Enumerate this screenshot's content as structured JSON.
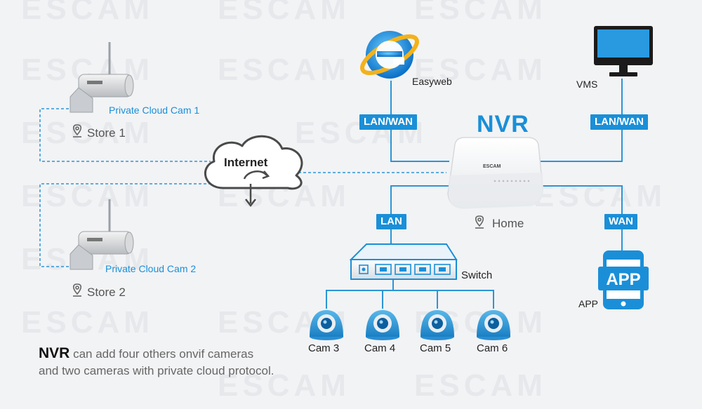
{
  "watermark": "ESCAM",
  "nvr": {
    "title": "NVR",
    "brand": "ESCAM",
    "location": "Home"
  },
  "internet": {
    "label": "Internet"
  },
  "cloud_cams": [
    {
      "name": "Private Cloud Cam 1",
      "store": "Store 1"
    },
    {
      "name": "Private Cloud Cam 2",
      "store": "Store 2"
    }
  ],
  "clients": {
    "easyweb": "Easyweb",
    "vms": "VMS",
    "app_label": "APP",
    "app_icon_text": "APP"
  },
  "links": {
    "easyweb_link": "LAN/WAN",
    "vms_link": "LAN/WAN",
    "switch_link": "LAN",
    "app_link": "WAN"
  },
  "switch": {
    "label": "Switch"
  },
  "cams": [
    "Cam 3",
    "Cam 4",
    "Cam 5",
    "Cam 6"
  ],
  "note": {
    "strong": "NVR",
    "text1": " can add four others onvif cameras",
    "text2": "and two cameras with private cloud protocol."
  },
  "colors": {
    "accent": "#1a8fd8",
    "line": "#2a96d6",
    "background": "#f2f3f5"
  }
}
